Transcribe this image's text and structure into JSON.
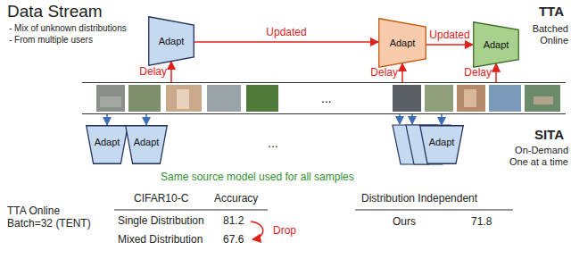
{
  "diagram": {
    "nodes": [
      {
        "text": [
          "Adapt"
        ]
      },
      {
        "text": [
          "Adapt"
        ]
      },
      {
        "text": [
          "Adapt"
        ]
      },
      {
        "text": [
          "..."
        ]
      },
      {
        "text": [
          "Adapt"
        ]
      },
      {
        "text": [
          "Adapt"
        ]
      },
      {
        "text": [
          "Adapt"
        ]
      }
    ],
    "edges": [
      {
        "from": 0,
        "to": 1,
        "label": "Updated",
        "arrow": "to"
      },
      {
        "from": 1,
        "to": 2,
        "label": "Updated",
        "arrow": "to"
      },
      {
        "from": 3,
        "to": 0,
        "label": "Delay",
        "arrow": "to"
      },
      {
        "from": 3,
        "to": 1,
        "label": "Delay",
        "arrow": "to"
      },
      {
        "from": 3,
        "to": 2,
        "label": "Delay",
        "arrow": "to"
      },
      {
        "from": 3,
        "to": 4,
        "arrow": "to"
      },
      {
        "from": 3,
        "to": 5,
        "arrow": "to"
      },
      {
        "from": 3,
        "to": 6,
        "arrow": "to"
      }
    ],
    "labels": [
      "Data Stream",
      "- Mix of unknown distributions",
      "- From multiple users",
      "TTA",
      "Batched Online",
      "...",
      "SITA",
      "On-Demand One at a time",
      "Same source model used for all samples",
      "TTA Online Batch=32 (TENT)",
      "CIFAR10-C",
      "Accuracy",
      "Single Distribution",
      "81.2",
      "Mixed Distribution",
      "67.6",
      "Drop",
      "Distribution Independent",
      "Ours",
      "71.8"
    ]
  }
}
